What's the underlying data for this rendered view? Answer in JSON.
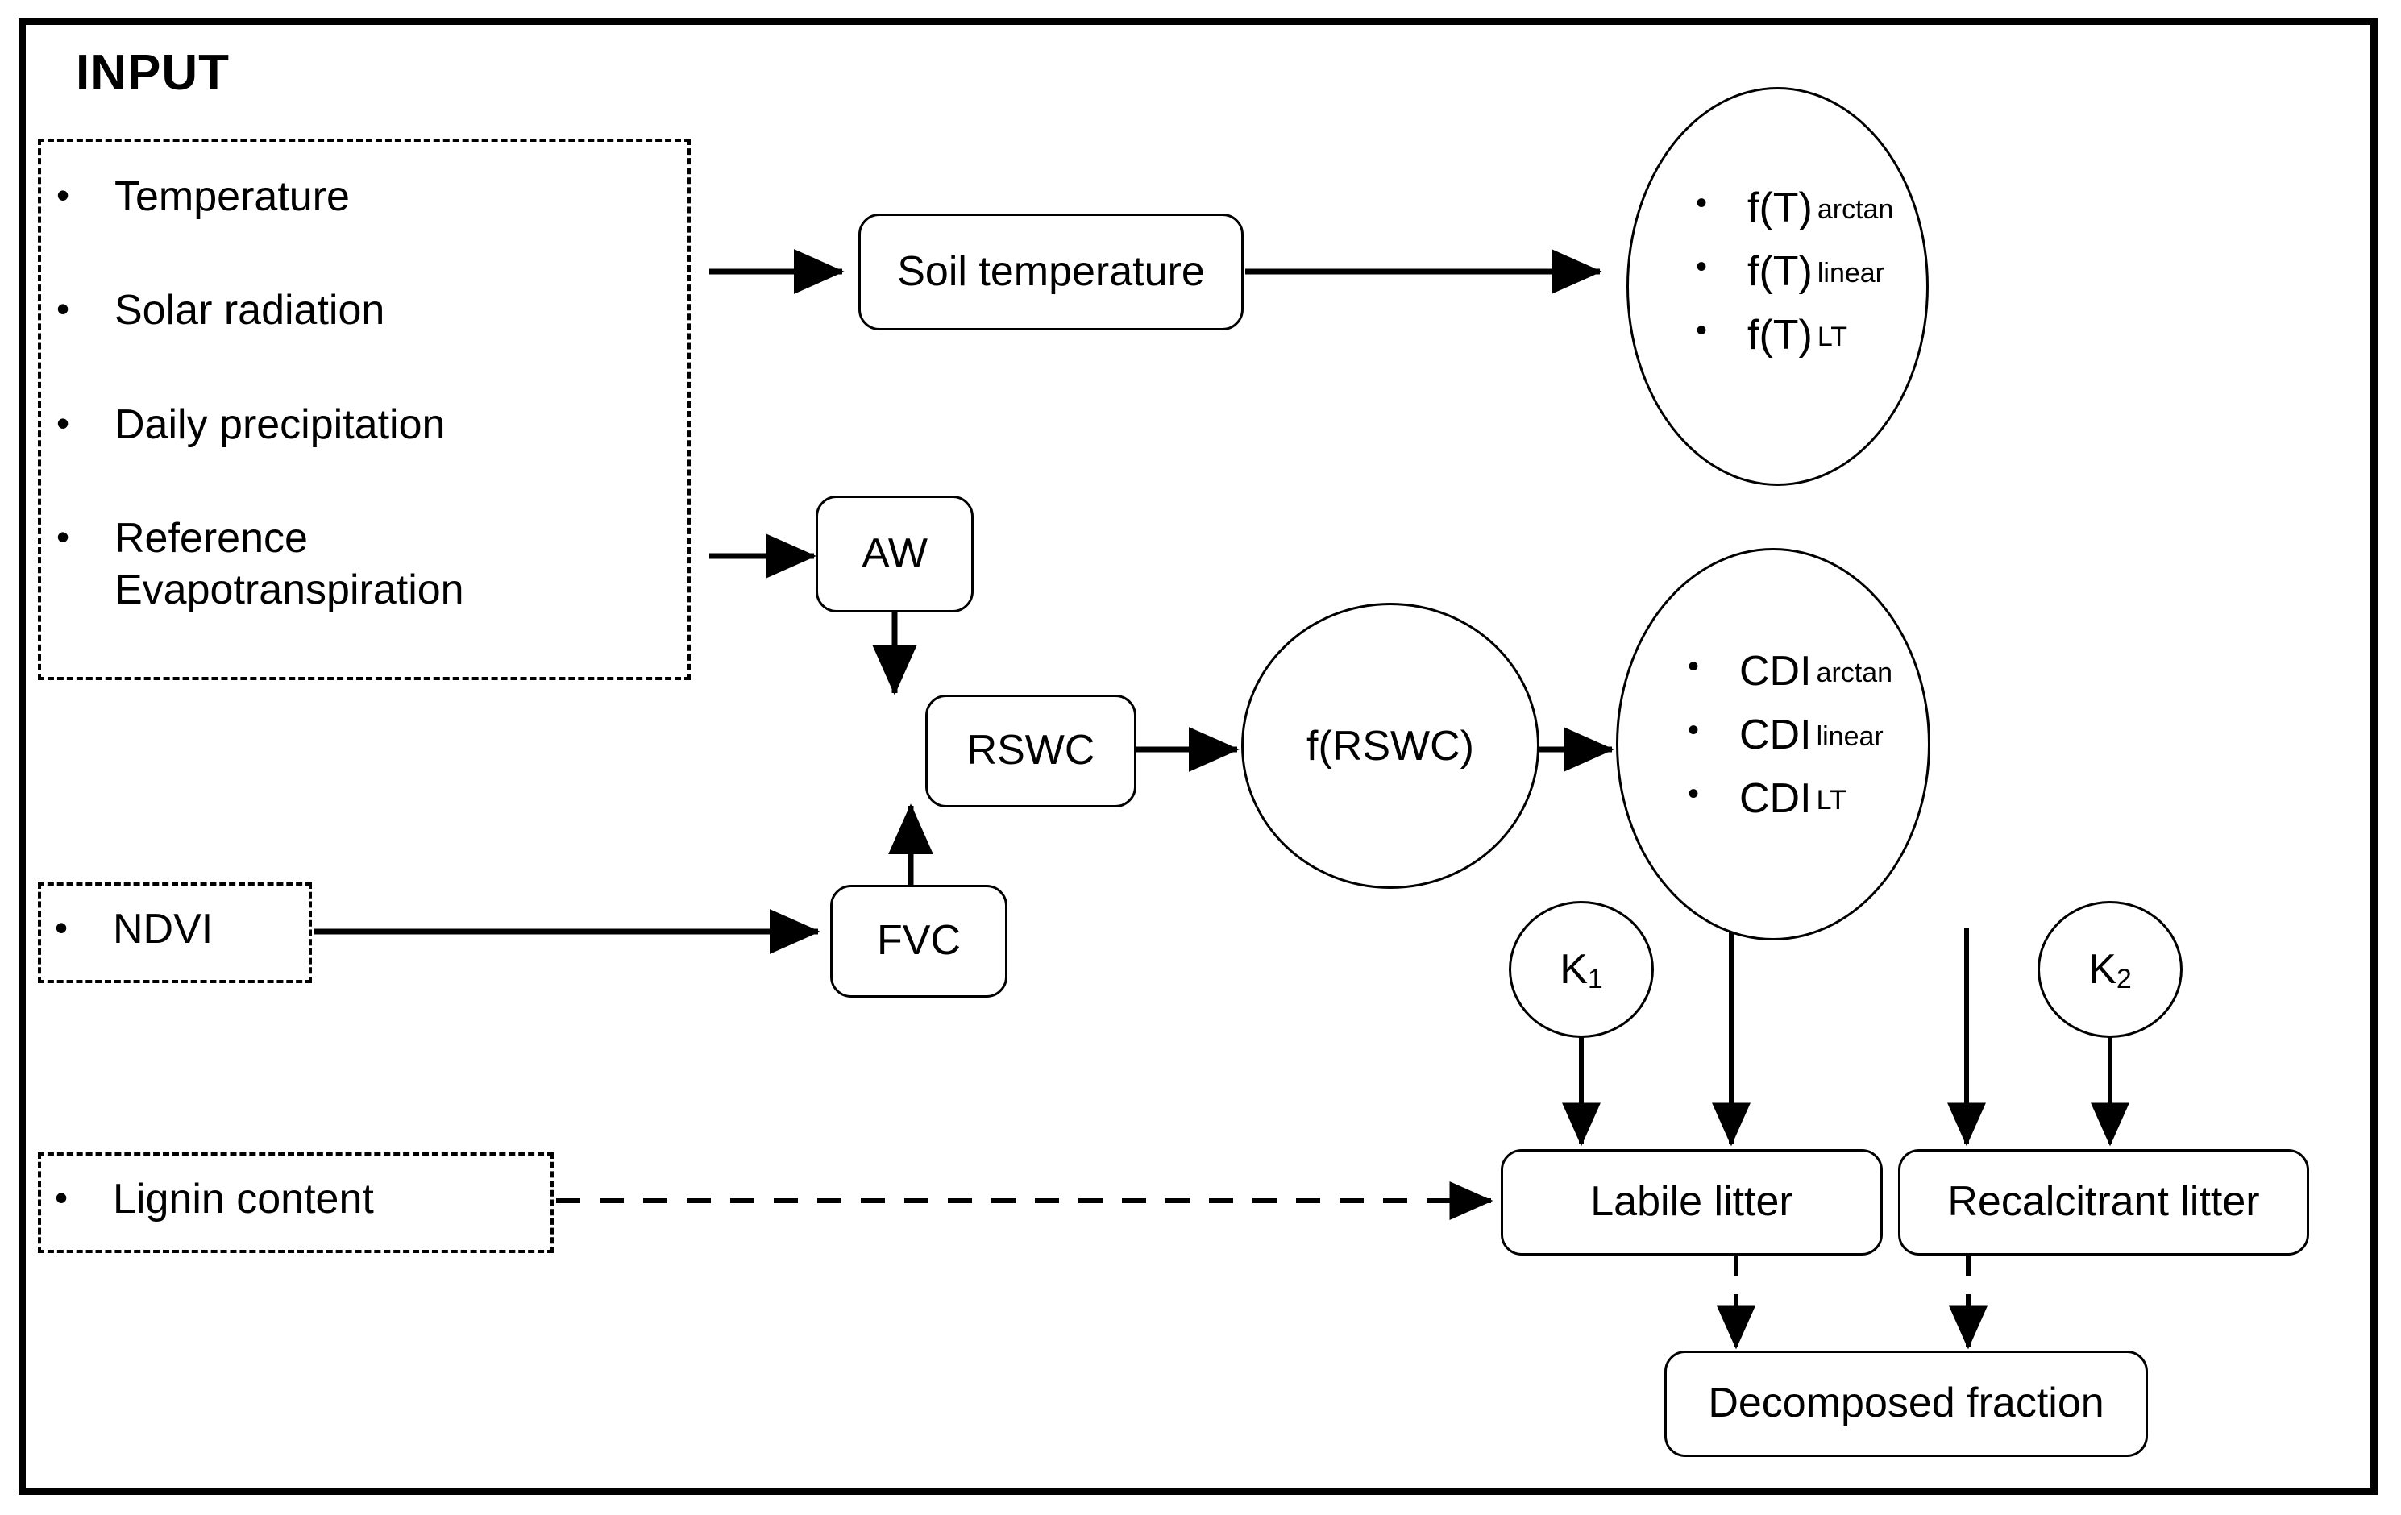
{
  "diagram": {
    "title": "INPUT",
    "input_block": {
      "items": [
        "Temperature",
        "Solar radiation",
        "Daily precipitation",
        "Reference Evapotranspiration"
      ]
    },
    "ndvi_block": {
      "items": [
        "NDVI"
      ]
    },
    "lignin_block": {
      "items": [
        "Lignin content"
      ]
    },
    "nodes": {
      "soil_temperature": "Soil temperature",
      "aw": "AW",
      "rswc": "RSWC",
      "fvc": "FVC",
      "f_rswc": "f(RSWC)",
      "k1_base": "K",
      "k1_sub": "1",
      "k2_base": "K",
      "k2_sub": "2",
      "labile_litter": "Labile litter",
      "recalcitrant_litter": "Recalcitrant litter",
      "decomposed_fraction": "Decomposed fraction"
    },
    "ft_circle": {
      "items": [
        {
          "base": "f(T)",
          "sub": "arctan"
        },
        {
          "base": "f(T)",
          "sub": "linear"
        },
        {
          "base": "f(T)",
          "sub": "LT"
        }
      ]
    },
    "cdi_circle": {
      "items": [
        {
          "base": "CDI",
          "sub": "arctan"
        },
        {
          "base": "CDI",
          "sub": "linear"
        },
        {
          "base": "CDI",
          "sub": "LT"
        }
      ]
    },
    "bullet_glyph": "•",
    "colors": {
      "stroke": "#000000",
      "background": "#ffffff"
    }
  }
}
